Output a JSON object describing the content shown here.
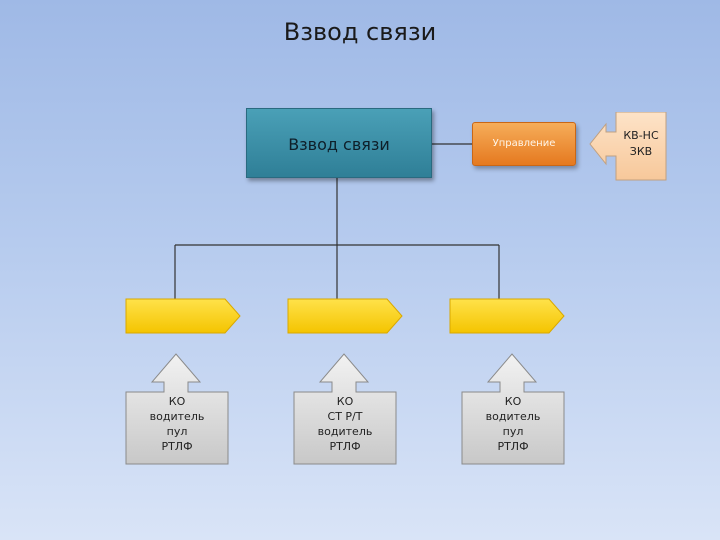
{
  "title": "Взвод связи",
  "main_box": {
    "label": "Взвод связи"
  },
  "management_box": {
    "label": "Управление"
  },
  "kv_callout": {
    "lines": [
      "КВ-НС",
      "ЗКВ"
    ]
  },
  "branches": [
    {
      "lines": [
        "КО",
        "водитель",
        "пул",
        "РТЛФ"
      ]
    },
    {
      "lines": [
        "КО",
        "СТ Р/Т",
        "водитель",
        "РТЛФ"
      ]
    },
    {
      "lines": [
        "КО",
        "водитель",
        "пул",
        "РТЛФ"
      ]
    }
  ],
  "colors": {
    "main_box": "#3b8ea8",
    "management_box": "#f0923a",
    "branch_block": "#ffd200",
    "callout": "#dcdcdc",
    "kv_callout": "#fbd6b2"
  }
}
